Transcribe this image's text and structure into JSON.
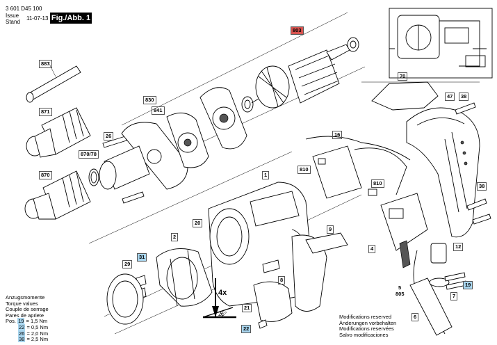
{
  "header": {
    "doc_number": "3 601 D45 100",
    "issue_label": "Issue",
    "stand_label": "Stand",
    "issue_date": "11-07-13",
    "fig_label": "Fig./Abb. 1"
  },
  "parts": {
    "p803": "803",
    "p887": "887",
    "p830": "830",
    "p841": "841",
    "p871": "871",
    "p26": "26",
    "p870_78": "870/78",
    "p870": "870",
    "p70": "70",
    "p47": "47",
    "p38a": "38",
    "p16": "16",
    "p810a": "810",
    "p810b": "810",
    "p1": "1",
    "p38b": "38",
    "p20": "20",
    "p9": "9",
    "p4": "4",
    "p12": "12",
    "p2": "2",
    "p29": "29",
    "p31": "31",
    "p8": "8",
    "p5": "5",
    "p805": "805",
    "p19": "19",
    "p7": "7",
    "p21": "21",
    "p22": "22",
    "p6": "6",
    "x4": "4x",
    "angle": "25°"
  },
  "legend": {
    "l1": "Anzugsmomente",
    "l2": "Torque values",
    "l3": "Couple de serrage",
    "l4": "Pares de apriete",
    "pos_label": "Pos.",
    "r1_id": "19",
    "r1_val": "= 1,5 Nm",
    "r2_id": "22",
    "r2_val": "= 0,5 Nm",
    "r3_id": "26",
    "r3_val": "= 2,0 Nm",
    "r4_id": "38",
    "r4_val": "= 2,5 Nm"
  },
  "modifications": {
    "m1": "Modifications reserved",
    "m2": "Änderungen vorbehalten",
    "m3": "Modifications reservées",
    "m4": "Salvo modificaciones"
  },
  "colors": {
    "highlight_blue": "#a9d6ef",
    "highlight_red": "#d9534f"
  }
}
